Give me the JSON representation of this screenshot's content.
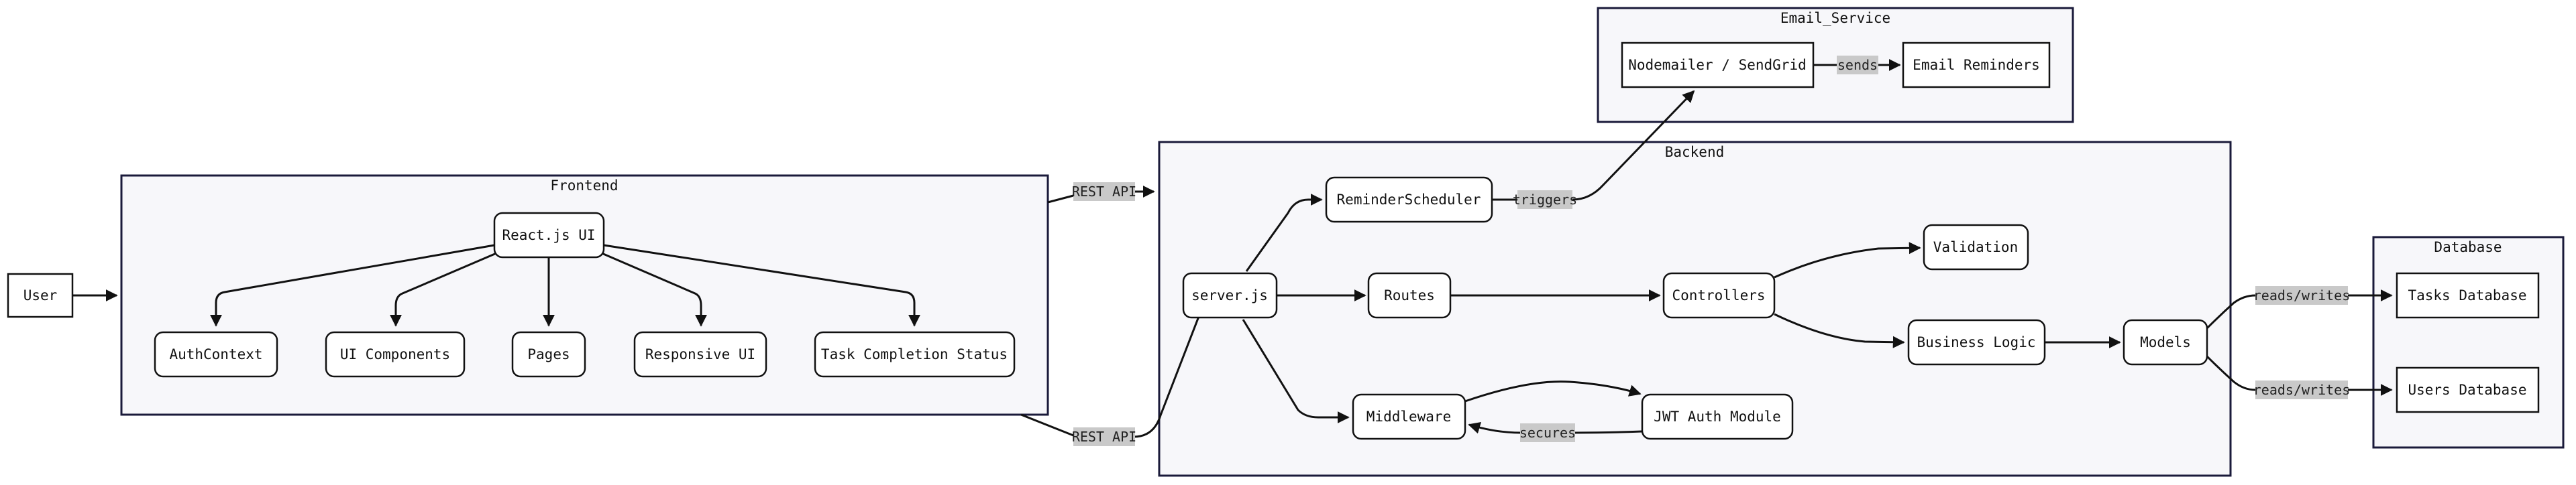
{
  "clusters": {
    "email_service": "Email_Service",
    "frontend": "Frontend",
    "backend": "Backend",
    "database": "Database"
  },
  "nodes": {
    "user": "User",
    "react_ui": "React.js UI",
    "auth_context": "AuthContext",
    "ui_components": "UI Components",
    "pages": "Pages",
    "responsive_ui": "Responsive UI",
    "task_status": "Task Completion Status",
    "nodemailer": "Nodemailer / SendGrid",
    "email_reminders": "Email Reminders",
    "server_js": "server.js",
    "reminder_scheduler": "ReminderScheduler",
    "routes": "Routes",
    "controllers": "Controllers",
    "validation": "Validation",
    "business_logic": "Business Logic",
    "models": "Models",
    "middleware": "Middleware",
    "jwt_auth": "JWT Auth Module",
    "tasks_db": "Tasks Database",
    "users_db": "Users Database"
  },
  "edge_labels": {
    "rest_api_top": "REST API",
    "rest_api_bottom": "REST API",
    "triggers": "triggers",
    "sends": "sends",
    "secures": "secures",
    "reads_writes_tasks": "reads/writes",
    "reads_writes_users": "reads/writes"
  }
}
